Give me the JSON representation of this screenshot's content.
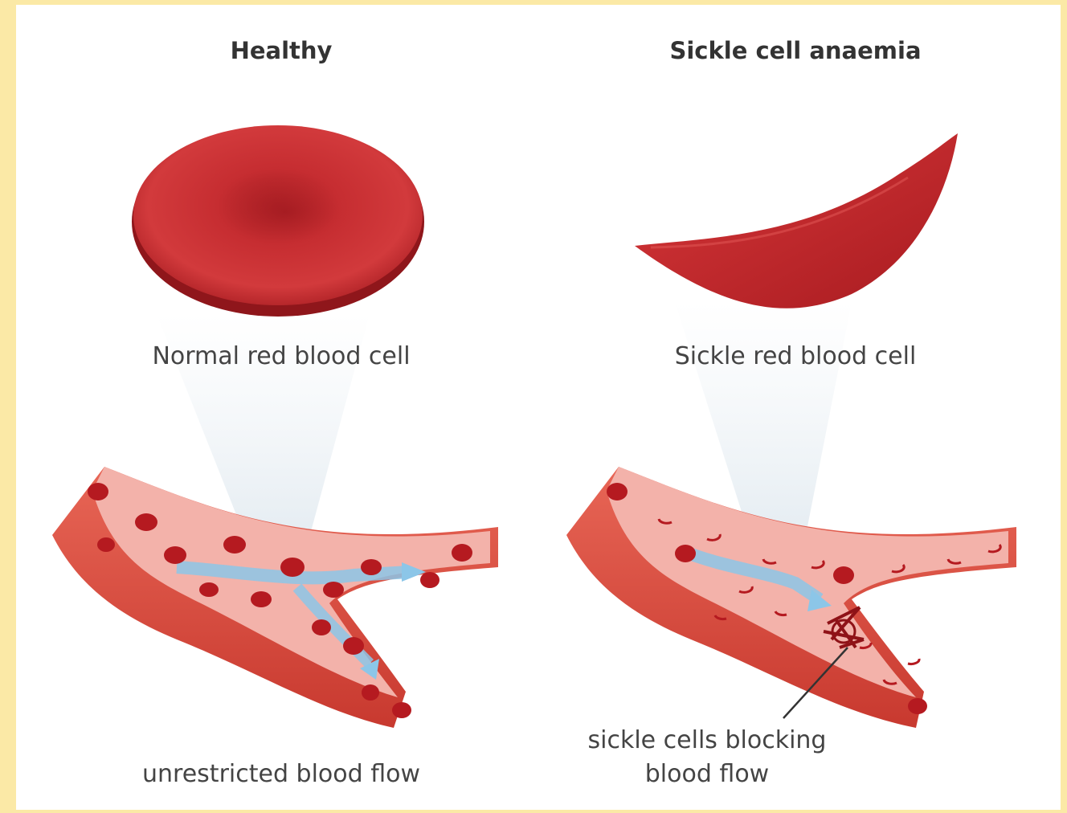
{
  "healthy": {
    "heading": "Healthy",
    "cell_label": "Normal red blood cell",
    "vessel_label": "unrestricted blood flow"
  },
  "sickle": {
    "heading": "Sickle cell anaemia",
    "cell_label": "Sickle red blood cell",
    "vessel_label_line1": "sickle cells blocking",
    "vessel_label_line2": "blood flow"
  },
  "colors": {
    "frame": "#fbe9a6",
    "cell_red": "#c82a2e",
    "vessel_wall": "#e0574d",
    "vessel_inner": "#f3b2aa",
    "flow_arrow": "#8cc6e8"
  },
  "icons": [
    "normal-red-blood-cell",
    "sickle-red-blood-cell",
    "blood-vessel-healthy",
    "blood-vessel-blocked",
    "flow-arrow",
    "sickle-cell-clump"
  ]
}
